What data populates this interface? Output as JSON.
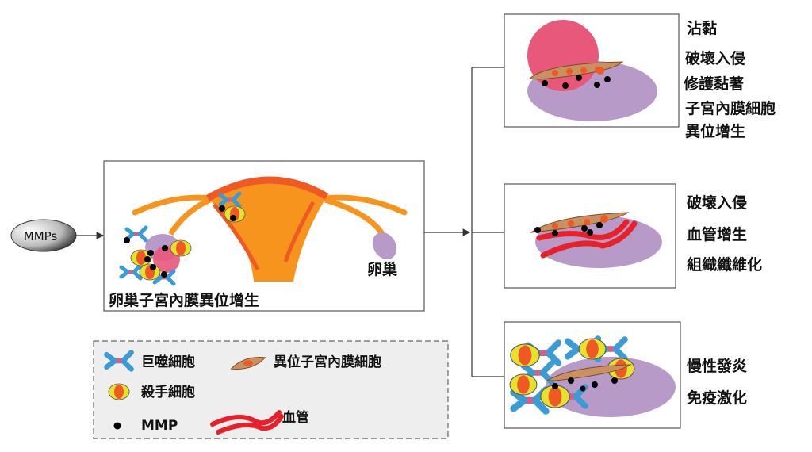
{
  "source_node": {
    "label": "MMPs"
  },
  "main_panel": {
    "caption": "卵巢子宮內膜異位增生",
    "ovary_label": "卵巢"
  },
  "outcomes": [
    {
      "labels": [
        "沾黏",
        "破壞入侵",
        "修護黏著",
        "子宮內膜細胞",
        "異位增生"
      ]
    },
    {
      "labels": [
        "破壞入侵",
        "血管增生",
        "組織纖維化"
      ]
    },
    {
      "labels": [
        "慢性發炎",
        "免疫激化"
      ]
    }
  ],
  "legend": {
    "macrophage": "巨噬細胞",
    "ectopic_cell": "異位子宮內膜細胞",
    "nk_cell": "殺手細胞",
    "mmp": "MMP",
    "vessel": "血管"
  },
  "colors": {
    "uterus": "#f7941d",
    "uterus_wall": "#ef5a24",
    "ovary": "#b89ac9",
    "lesion": "#e8587a",
    "macrophage": "#3a9bd5",
    "vessel": "#e8202a",
    "nk_outer": "#e6e22c"
  }
}
